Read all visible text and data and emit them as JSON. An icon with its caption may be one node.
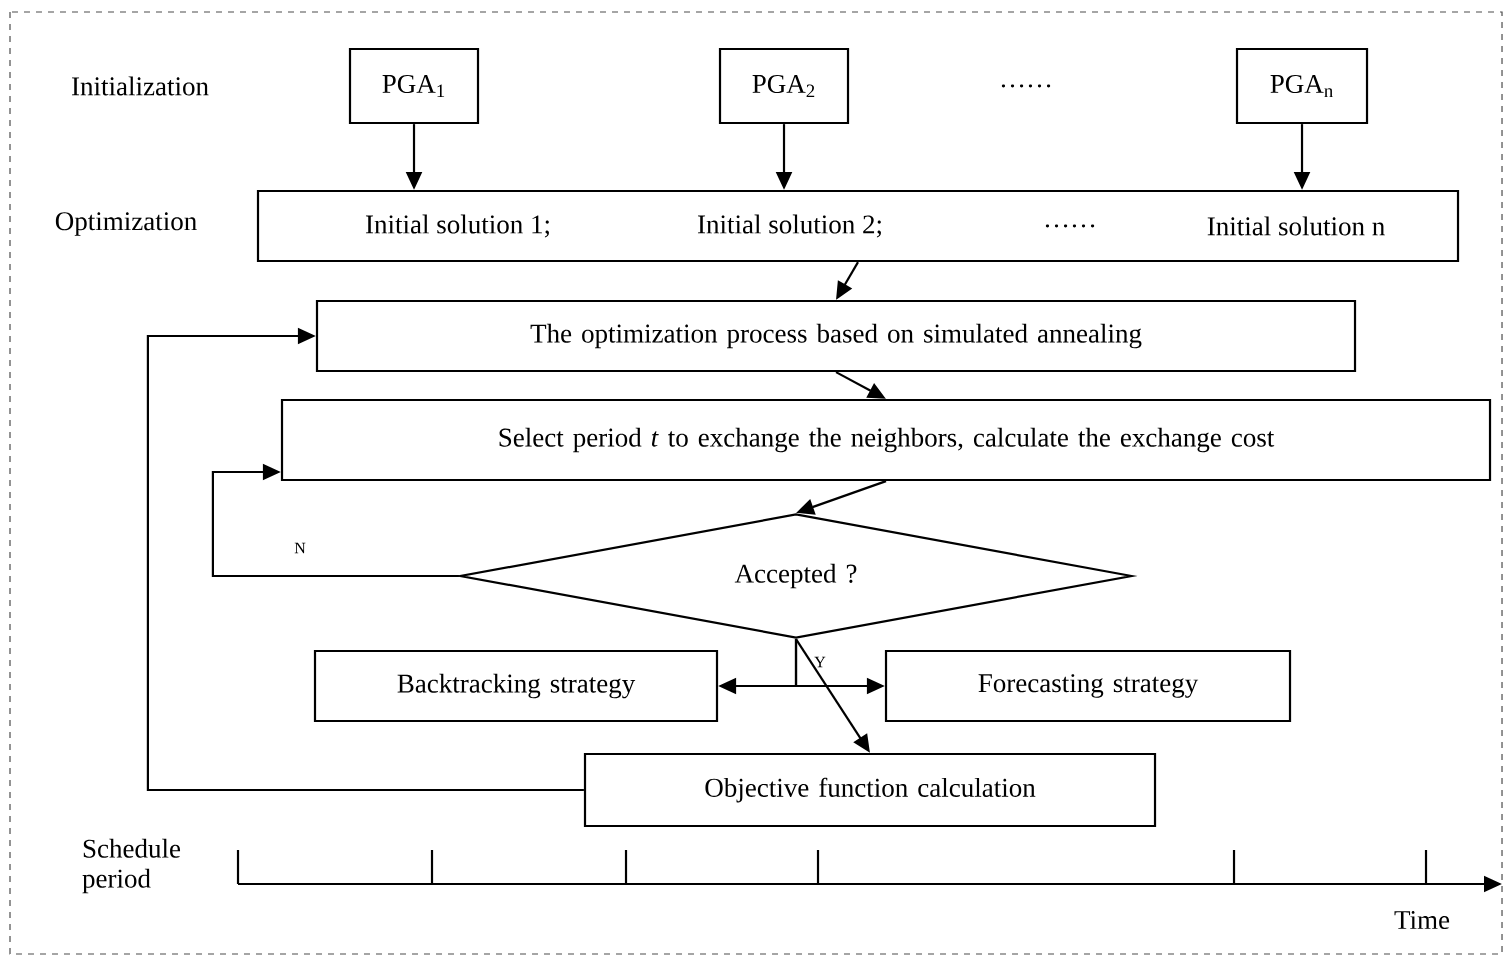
{
  "diagram": {
    "nodes": [
      {
        "text": [
          "PGA$_{1}$"
        ]
      },
      {
        "text": [
          "PGA$_{2}$"
        ]
      },
      {
        "text": [
          "PGA$_{n}$"
        ]
      },
      {
        "text": [
          "Initial solution 1;",
          "Initial solution 2;",
          "……",
          "Initial solution n"
        ]
      },
      {
        "text": [
          "The optimization process based on simulated annealing"
        ]
      },
      {
        "text": [
          "Select period *t* to exchange the neighbors, calculate the exchange cost"
        ]
      },
      {
        "text": [
          "Accepted ?"
        ]
      },
      {
        "text": [
          "Backtracking strategy"
        ]
      },
      {
        "text": [
          "Forecasting strategy"
        ]
      },
      {
        "text": [
          "Objective function calculation"
        ]
      }
    ],
    "edges": [
      {
        "from": 0,
        "to": 3,
        "arrow": "to"
      },
      {
        "from": 1,
        "to": 3,
        "arrow": "to"
      },
      {
        "from": 2,
        "to": 3,
        "arrow": "to"
      },
      {
        "from": 3,
        "to": 4,
        "arrow": "to"
      },
      {
        "from": 4,
        "to": 5,
        "arrow": "to"
      },
      {
        "from": 5,
        "to": 6,
        "arrow": "to"
      },
      {
        "from": 6,
        "to": 5,
        "arrow": "to",
        "label": "N"
      },
      {
        "from": 6,
        "to": 9,
        "arrow": "to",
        "label": "Y"
      },
      {
        "from": 6,
        "to": 7,
        "arrow": "to"
      },
      {
        "from": 6,
        "to": 8,
        "arrow": "to"
      },
      {
        "from": 9,
        "to": 4,
        "arrow": "to"
      }
    ],
    "labels": [
      "Initialization",
      "Optimization",
      "……",
      "Schedule period",
      "Time"
    ]
  }
}
